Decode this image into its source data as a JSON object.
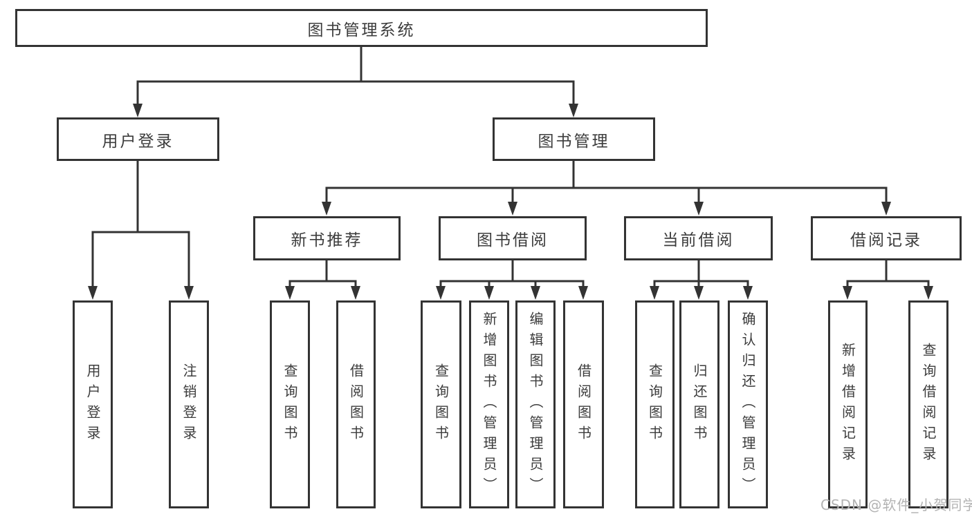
{
  "root": {
    "label": "图书管理系统"
  },
  "user_branch": {
    "label": "用户登录",
    "children": [
      {
        "label": "用户登录"
      },
      {
        "label": "注销登录"
      }
    ]
  },
  "book_branch": {
    "label": "图书管理",
    "sections": [
      {
        "label": "新书推荐",
        "children": [
          {
            "label": "查询图书"
          },
          {
            "label": "借阅图书"
          }
        ]
      },
      {
        "label": "图书借阅",
        "children": [
          {
            "label": "查询图书"
          },
          {
            "label": "新增图书（管理员）"
          },
          {
            "label": "编辑图书（管理员）"
          },
          {
            "label": "借阅图书"
          }
        ]
      },
      {
        "label": "当前借阅",
        "children": [
          {
            "label": "查询图书"
          },
          {
            "label": "归还图书"
          },
          {
            "label": "确认归还（管理员）"
          }
        ]
      },
      {
        "label": "借阅记录",
        "children": [
          {
            "label": "新增借阅记录"
          },
          {
            "label": "查询借阅记录"
          }
        ]
      }
    ]
  },
  "watermark": {
    "text": "CSDN @软件_小贺同学",
    "color": "#b3b3b3"
  },
  "colors": {
    "line": "#333333",
    "text": "#3c3c3c",
    "background": "#ffffff"
  }
}
